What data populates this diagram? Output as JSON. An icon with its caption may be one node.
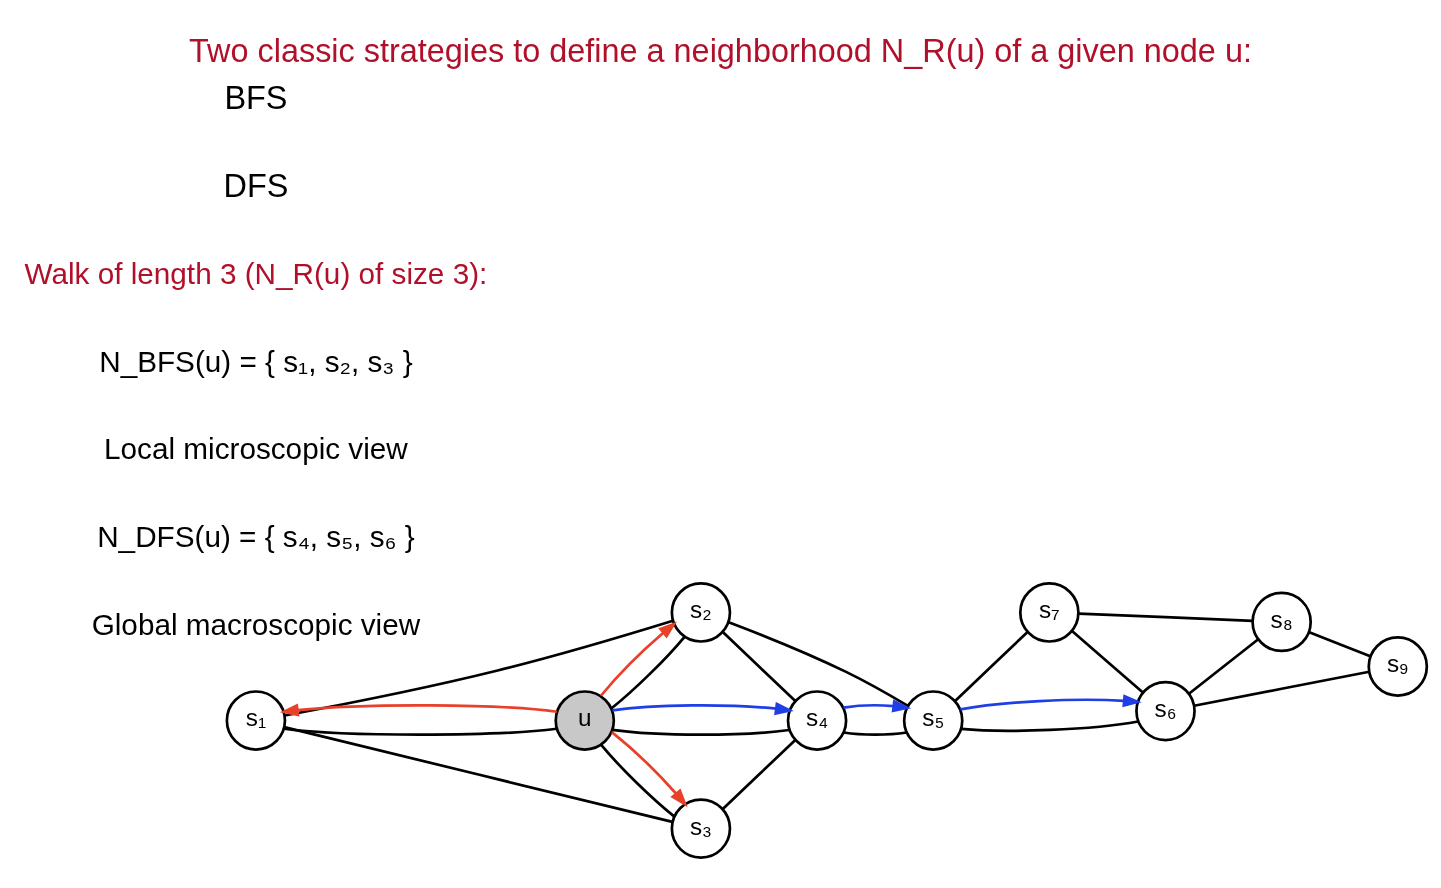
{
  "diagram": {
    "title": "Two classic strategies to define a neighborhood N_R(u) of a given node u:",
    "nodes": [
      {
        "text": [
          "s₁"
        ]
      },
      {
        "text": [
          "s₂"
        ]
      },
      {
        "text": [
          "s₇"
        ]
      },
      {
        "text": [
          "s₈"
        ]
      },
      {
        "text": [
          "u"
        ]
      },
      {
        "text": [
          "s₆"
        ]
      },
      {
        "text": [
          "s₉"
        ]
      },
      {
        "text": [
          "s₃"
        ]
      },
      {
        "text": [
          "s₄"
        ]
      },
      {
        "text": [
          "s₅"
        ]
      }
    ],
    "edges": [
      {
        "from": 0,
        "to": 1,
        "arrow": "none"
      },
      {
        "from": 0,
        "to": 4,
        "arrow": "none"
      },
      {
        "from": 0,
        "to": 7,
        "arrow": "none"
      },
      {
        "from": 4,
        "to": 1,
        "arrow": "none"
      },
      {
        "from": 4,
        "to": 7,
        "arrow": "none"
      },
      {
        "from": 4,
        "to": 8,
        "arrow": "none"
      },
      {
        "from": 1,
        "to": 8,
        "arrow": "none"
      },
      {
        "from": 1,
        "to": 9,
        "arrow": "none"
      },
      {
        "from": 7,
        "to": 8,
        "arrow": "none"
      },
      {
        "from": 8,
        "to": 9,
        "arrow": "none"
      },
      {
        "from": 9,
        "to": 2,
        "arrow": "none"
      },
      {
        "from": 9,
        "to": 5,
        "arrow": "none"
      },
      {
        "from": 2,
        "to": 5,
        "arrow": "none"
      },
      {
        "from": 2,
        "to": 3,
        "arrow": "none"
      },
      {
        "from": 5,
        "to": 3,
        "arrow": "none"
      },
      {
        "from": 5,
        "to": 6,
        "arrow": "none"
      },
      {
        "from": 3,
        "to": 6,
        "arrow": "none"
      },
      {
        "from": 4,
        "to": 0,
        "arrow": "to",
        "color": "#e8402a"
      },
      {
        "from": 4,
        "to": 1,
        "arrow": "to",
        "color": "#e8402a"
      },
      {
        "from": 4,
        "to": 7,
        "arrow": "to",
        "color": "#e8402a"
      },
      {
        "from": 4,
        "to": 8,
        "arrow": "to",
        "color": "#1f3fe6"
      },
      {
        "from": 8,
        "to": 9,
        "arrow": "to",
        "color": "#1f3fe6"
      },
      {
        "from": 9,
        "to": 5,
        "arrow": "to",
        "color": "#1f3fe6"
      }
    ],
    "labels": [
      "Walk of length 3 (N_R(u) of size 3):",
      "N_BFS(u) = { s₁, s₂, s₃ }",
      "Local microscopic view",
      "N_DFS(u) = { s₄, s₅, s₆ }",
      "Global macroscopic view"
    ],
    "legend": [
      {
        "text": "BFS"
      },
      {
        "text": "DFS"
      }
    ]
  }
}
